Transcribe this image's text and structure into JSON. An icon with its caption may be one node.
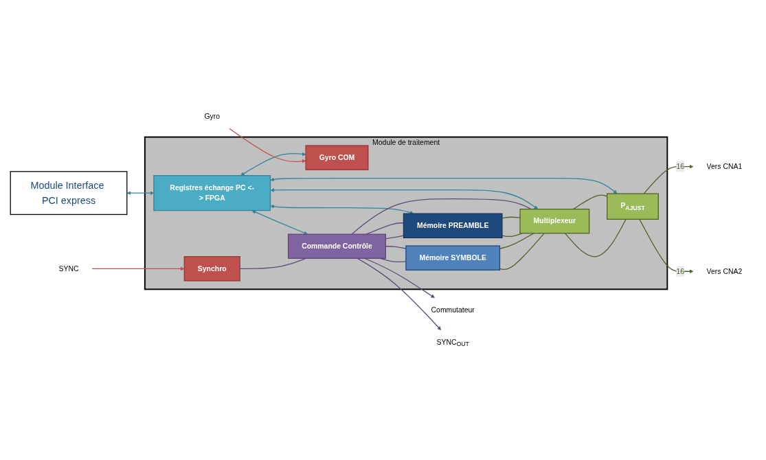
{
  "diagram": {
    "nodes": [
      {
        "text": [
          "Module Interface PCI express"
        ]
      },
      {
        "text": [
          "Module de traitement"
        ]
      },
      {
        "text": [
          "Registres échange PC <-> FPGA"
        ],
        "in": 1
      },
      {
        "text": [
          "Gyro COM"
        ],
        "in": 1
      },
      {
        "text": [
          "Commande Contrôle"
        ],
        "in": 1
      },
      {
        "text": [
          "Mémoire PREAMBLE"
        ],
        "in": 1
      },
      {
        "text": [
          "Multiplexeur"
        ],
        "in": 1
      },
      {
        "text": [
          "P$_{AJUST}$"
        ],
        "in": 1
      },
      {
        "text": [
          "Synchro"
        ],
        "in": 1
      },
      {
        "text": [
          "Mémoire SYMBOLE"
        ],
        "in": 1
      },
      {
        "text": [
          "Gyro"
        ]
      },
      {
        "text": [
          "SYNC"
        ]
      },
      {
        "text": [
          "Vers CNA1"
        ]
      },
      {
        "text": [
          "Vers CNA2"
        ]
      },
      {
        "text": [
          "Commutateur"
        ]
      },
      {
        "text": [
          "SYNC$_{OUT}$"
        ]
      }
    ],
    "edges": [
      {
        "from": 0,
        "to": 2,
        "arrow": "both",
        "color": "#31849b"
      },
      {
        "from": 2,
        "to": 3,
        "arrow": "both",
        "color": "#31849b"
      },
      {
        "from": 2,
        "to": 4,
        "arrow": "both",
        "color": "#31849b"
      },
      {
        "from": 2,
        "to": 5,
        "arrow": "both",
        "color": "#31849b"
      },
      {
        "from": 2,
        "to": 6,
        "arrow": "both",
        "color": "#31849b"
      },
      {
        "from": 2,
        "to": 7,
        "arrow": "both",
        "color": "#31849b"
      },
      {
        "from": 10,
        "to": 3,
        "arrow": "to",
        "color": "#c0504d"
      },
      {
        "from": 11,
        "to": 8,
        "arrow": "to",
        "color": "#c0504d"
      },
      {
        "from": 8,
        "to": 4,
        "arrow": "none"
      },
      {
        "from": 4,
        "to": 5,
        "arrow": "none"
      },
      {
        "from": 4,
        "to": 5,
        "arrow": "none"
      },
      {
        "from": 4,
        "to": 6,
        "arrow": "none"
      },
      {
        "from": 4,
        "to": 9,
        "arrow": "none"
      },
      {
        "from": 4,
        "to": 9,
        "arrow": "none"
      },
      {
        "from": 5,
        "to": 6,
        "arrow": "none",
        "color": "#4f6228"
      },
      {
        "from": 5,
        "to": 6,
        "arrow": "none",
        "color": "#4f6228"
      },
      {
        "from": 9,
        "to": 6,
        "arrow": "none",
        "color": "#4f6228"
      },
      {
        "from": 9,
        "to": 6,
        "arrow": "none",
        "color": "#4f6228"
      },
      {
        "from": 6,
        "to": 7,
        "arrow": "none",
        "color": "#4f6228"
      },
      {
        "from": 6,
        "to": 7,
        "arrow": "none",
        "color": "#4f6228"
      },
      {
        "from": 7,
        "to": 12,
        "label": "16",
        "arrow": "to",
        "color": "#4f6228"
      },
      {
        "from": 7,
        "to": 13,
        "label": "16",
        "arrow": "to",
        "color": "#4f6228"
      },
      {
        "from": 4,
        "to": 14,
        "arrow": "to"
      },
      {
        "from": 4,
        "to": 15,
        "arrow": "to"
      }
    ]
  }
}
